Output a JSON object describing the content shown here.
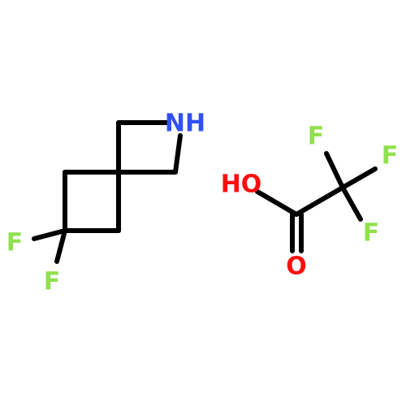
{
  "molecules": [
    {
      "atoms": [
        {
          "symbol": "NH",
          "color": "#3050F8"
        },
        {
          "symbol": "F",
          "color": "#90E050"
        },
        {
          "symbol": "F",
          "color": "#90E050"
        }
      ]
    },
    {
      "atoms": [
        {
          "symbol": "HO",
          "color": "#FF0D0D"
        },
        {
          "symbol": "O",
          "color": "#FF0D0D"
        },
        {
          "symbol": "F",
          "color": "#90E050"
        },
        {
          "symbol": "F",
          "color": "#90E050"
        },
        {
          "symbol": "F",
          "color": "#90E050"
        }
      ]
    }
  ],
  "colors": {
    "bond": "#000000",
    "background": "#ffffff"
  }
}
